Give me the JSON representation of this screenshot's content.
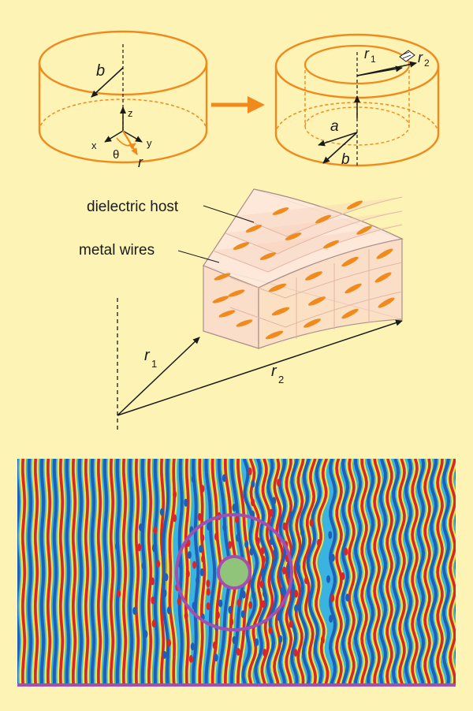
{
  "palette": {
    "background": "#fdf3b4",
    "orange": "#f08a1c",
    "black": "#1a1a1a",
    "ring": "#a14fb0",
    "core": "#8fc47a",
    "field_blue": "#1f5fb5",
    "field_red": "#d9262b",
    "field_yellow": "#f3e43a",
    "field_cyan": "#3ab3e0"
  },
  "cylinder_left": {
    "label_b": "b",
    "axis_z": "z",
    "axis_x": "x",
    "axis_y": "y",
    "label_theta": "θ",
    "label_r": "r"
  },
  "cylinder_right": {
    "label_r1": "r",
    "label_r1_sub": "1",
    "label_r2": "r",
    "label_r2_sub": "2",
    "label_a": "a",
    "label_b": "b"
  },
  "shell": {
    "label_dielectric": "dielectric host",
    "label_wires": "metal wires",
    "label_r1": "r",
    "label_r1_sub": "1",
    "label_r2": "r",
    "label_r2_sub": "2"
  }
}
